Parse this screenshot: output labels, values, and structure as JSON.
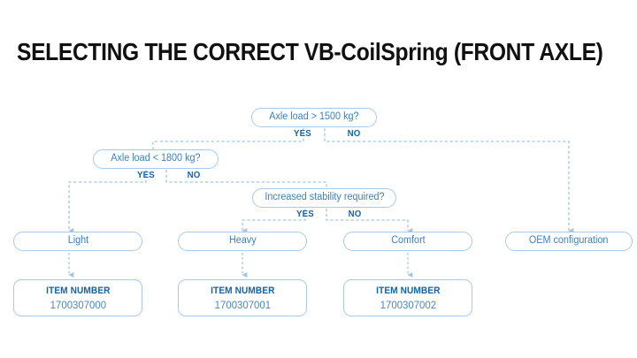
{
  "page": {
    "title": "SELECTING THE CORRECT VB-CoilSpring (FRONT AXLE)",
    "background": "#ffffff",
    "colors": {
      "title_text": "#111111",
      "node_border": "#a9cbe8",
      "node_text": "#3b80c4",
      "branch_label": "#0f63b0",
      "connector": "#9ec6e8",
      "item_label": "#0f63b0",
      "item_value": "#4a86c4"
    }
  },
  "flowchart": {
    "decisions": [
      {
        "id": "axle-load-1500",
        "text": "Axle load > 1500 kg?",
        "yes_label": "YES",
        "no_label": "NO"
      },
      {
        "id": "axle-load-1800",
        "text": "Axle load < 1800 kg?",
        "yes_label": "YES",
        "no_label": "NO"
      },
      {
        "id": "increased-stability",
        "text": "Increased stability required?",
        "yes_label": "YES",
        "no_label": "NO"
      }
    ],
    "results": [
      {
        "id": "light",
        "text": "Light"
      },
      {
        "id": "heavy",
        "text": "Heavy"
      },
      {
        "id": "comfort",
        "text": "Comfort"
      },
      {
        "id": "oem",
        "text": "OEM configuration"
      }
    ],
    "item_boxes": [
      {
        "id": "item-light",
        "label": "ITEM NUMBER",
        "value": "1700307000"
      },
      {
        "id": "item-heavy",
        "label": "ITEM NUMBER",
        "value": "1700307001"
      },
      {
        "id": "item-comfort",
        "label": "ITEM NUMBER",
        "value": "1700307002"
      }
    ]
  }
}
